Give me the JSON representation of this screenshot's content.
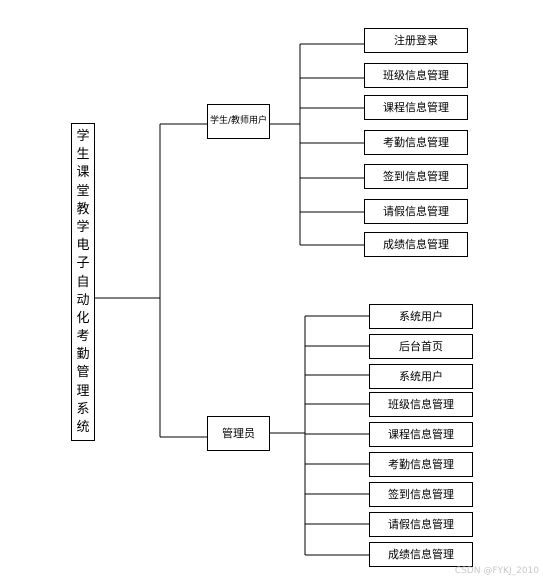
{
  "root": {
    "title": "学生课堂教学电子自动化考勤管理系统"
  },
  "roles": [
    {
      "label": "学生/教师用户",
      "modules": [
        "注册登录",
        "班级信息管理",
        "课程信息管理",
        "考勤信息管理",
        "签到信息管理",
        "请假信息管理",
        "成绩信息管理"
      ]
    },
    {
      "label": "管理员",
      "modules": [
        "系统用户",
        "后台首页",
        "系统用户",
        "班级信息管理",
        "课程信息管理",
        "考勤信息管理",
        "签到信息管理",
        "请假信息管理",
        "成绩信息管理"
      ]
    }
  ],
  "watermark": "CSDN @FYKJ_2010",
  "colors": {
    "line": "#000000",
    "box_border": "#000000",
    "background": "#ffffff"
  }
}
